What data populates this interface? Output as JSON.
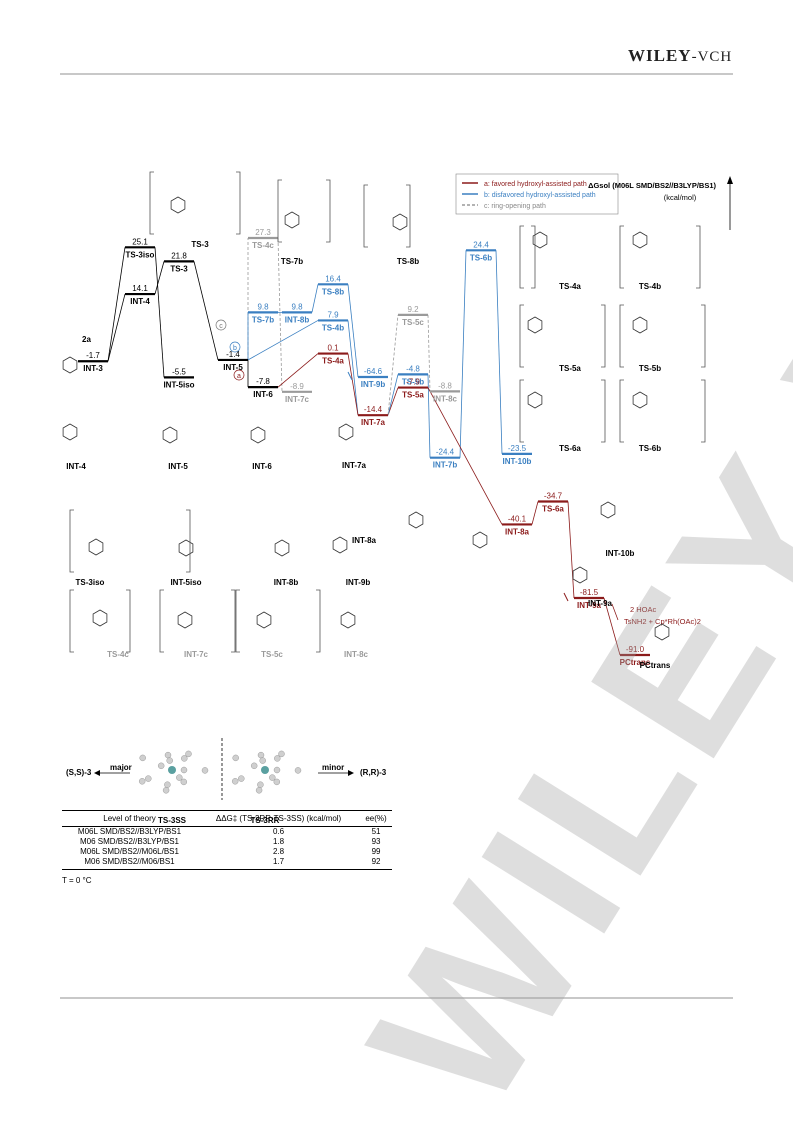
{
  "header": {
    "publisher_main": "WILEY",
    "publisher_sub": "-VCH"
  },
  "watermark": "WILEY-VCH",
  "chart_data": {
    "type": "energy-profile",
    "ylabel": "ΔGsol (M06L SMD/BS2//B3LYP/BS1)",
    "yunit": "(kcal/mol)",
    "legend": {
      "placement": "top-right",
      "entries": [
        {
          "key": "a",
          "label": "a: favored hydroxyl-assisted path",
          "color": "#8b1a1a",
          "dash": "solid"
        },
        {
          "key": "b",
          "label": "b: disfavored hydroxyl-assisted path",
          "color": "#3a7fc1",
          "dash": "solid"
        },
        {
          "key": "c",
          "label": "c: ring-opening path",
          "color": "#9a9a9a",
          "dash": "dashed"
        }
      ]
    },
    "path_markers": [
      "c",
      "b",
      "a"
    ],
    "levels": [
      {
        "id": "INT-3",
        "label": "INT-3",
        "value_text": "-1.7",
        "value": -1.7,
        "col": 0,
        "color": "#000000"
      },
      {
        "id": "TS-3iso",
        "label": "TS-3iso",
        "value_text": "25.1",
        "value": 25.1,
        "col": 1,
        "color": "#000000"
      },
      {
        "id": "INT-4",
        "label": "INT-4",
        "value_text": "14.1",
        "value": 14.1,
        "col": 1,
        "color": "#000000"
      },
      {
        "id": "TS-3",
        "label": "TS-3",
        "value_text": "21.8",
        "value": 21.8,
        "col": 2,
        "color": "#000000"
      },
      {
        "id": "INT-5iso",
        "label": "INT-5iso",
        "value_text": "-5.5",
        "value": -5.5,
        "col": 2,
        "color": "#000000"
      },
      {
        "id": "INT-5",
        "label": "INT-5",
        "value_text": "-1.4",
        "value": -1.4,
        "col": 3,
        "color": "#000000"
      },
      {
        "id": "INT-6",
        "label": "INT-6",
        "value_text": "-7.8",
        "value": -7.8,
        "col": 4,
        "color": "#000000"
      },
      {
        "id": "TS-4c",
        "label": "TS-4c",
        "value_text": "27.3",
        "value": 27.3,
        "col": 4,
        "color": "#9a9a9a"
      },
      {
        "id": "TS-7b",
        "label": "TS-7b",
        "value_text": "9.8",
        "value": 9.8,
        "col": 4,
        "color": "#3a7fc1"
      },
      {
        "id": "INT-7c",
        "label": "INT-7c",
        "value_text": "-8.9",
        "value": -8.9,
        "col": 5,
        "color": "#9a9a9a"
      },
      {
        "id": "INT-8b",
        "label": "INT-8b",
        "value_text": "9.8",
        "value": 9.8,
        "col": 5,
        "color": "#3a7fc1"
      },
      {
        "id": "TS-8b",
        "label": "TS-8b",
        "value_text": "16.4",
        "value": 16.4,
        "col": 6,
        "color": "#3a7fc1"
      },
      {
        "id": "TS-4b",
        "label": "TS-4b",
        "value_text": "7.9",
        "value": 7.9,
        "col": 6,
        "color": "#3a7fc1"
      },
      {
        "id": "TS-4a",
        "label": "TS-4a",
        "value_text": "0.1",
        "value": 0.1,
        "col": 6,
        "color": "#8b1a1a"
      },
      {
        "id": "INT-9b",
        "label": "INT-9b",
        "value_text": "-64.6",
        "value": -64.6,
        "col": 7,
        "color": "#3a7fc1",
        "axis_break": true
      },
      {
        "id": "INT-7a",
        "label": "INT-7a",
        "value_text": "-14.4",
        "value": -14.4,
        "col": 7,
        "color": "#8b1a1a"
      },
      {
        "id": "TS-5c",
        "label": "TS-5c",
        "value_text": "9.2",
        "value": 9.2,
        "col": 8,
        "color": "#9a9a9a"
      },
      {
        "id": "TS-5b",
        "label": "TS-5b",
        "value_text": "-4.8",
        "value": -4.8,
        "col": 8,
        "color": "#3a7fc1"
      },
      {
        "id": "TS-5a",
        "label": "TS-5a",
        "value_text": "-7.9",
        "value": -7.9,
        "col": 8,
        "color": "#8b1a1a"
      },
      {
        "id": "INT-8c",
        "label": "INT-8c",
        "value_text": "-8.8",
        "value": -8.8,
        "col": 9,
        "color": "#9a9a9a"
      },
      {
        "id": "INT-7b",
        "label": "INT-7b",
        "value_text": "-24.4",
        "value": -24.4,
        "col": 9,
        "color": "#3a7fc1"
      },
      {
        "id": "TS-6b",
        "label": "TS-6b",
        "value_text": "24.4",
        "value": 24.4,
        "col": 10,
        "color": "#3a7fc1"
      },
      {
        "id": "INT-8a",
        "label": "INT-8a",
        "value_text": "-40.1",
        "value": -40.1,
        "col": 11,
        "color": "#8b1a1a"
      },
      {
        "id": "INT-10b",
        "label": "INT-10b",
        "value_text": "-23.5",
        "value": -23.5,
        "col": 11,
        "color": "#3a7fc1"
      },
      {
        "id": "TS-6a",
        "label": "TS-6a",
        "value_text": "-34.7",
        "value": -34.7,
        "col": 12,
        "color": "#8b1a1a"
      },
      {
        "id": "INT-9a",
        "label": "INT-9a",
        "value_text": "-81.5",
        "value": -81.5,
        "col": 13,
        "color": "#8b1a1a",
        "axis_break": true
      },
      {
        "id": "PCtrans",
        "label": "PCtrans",
        "value_text": "-91.0",
        "value": -91.0,
        "col": 14,
        "color": "#8b1a1a"
      }
    ],
    "reactant_label": "2a",
    "release_annotation": {
      "line1": "2 HOAc",
      "line2": "TsNH2 + Cp*Rh(OAc)2"
    },
    "structure_labels": [
      "TS-3",
      "TS-7b",
      "TS-8b",
      "TS-4a",
      "TS-4b",
      "TS-5a",
      "TS-5b",
      "TS-6a",
      "TS-6b",
      "INT-10b",
      "INT-4",
      "INT-5",
      "INT-6",
      "INT-7a",
      "INT-8a",
      "TS-3iso",
      "INT-5iso",
      "INT-8b",
      "INT-9b",
      "INT-9a",
      "TS-4c",
      "INT-7c",
      "TS-5c",
      "INT-8c",
      "PCtrans"
    ]
  },
  "stereo_panel": {
    "left_product": "(S,S)-3",
    "left_word": "major",
    "right_product": "(R,R)-3",
    "right_word": "minor",
    "left_ts": "TS-3SS",
    "right_ts": "TS-3RR"
  },
  "theory_table": {
    "headers": [
      "Level of theory",
      "ΔΔG‡ (TS-3RR-TS-3SS) (kcal/mol)",
      "ee(%)"
    ],
    "rows": [
      [
        "M06L SMD/BS2//B3LYP/BS1",
        "0.6",
        "51"
      ],
      [
        "M06 SMD/BS2//B3LYP/BS1",
        "1.8",
        "93"
      ],
      [
        "M06L SMD/BS2//M06L/BS1",
        "2.8",
        "99"
      ],
      [
        "M06 SMD/BS2//M06/BS1",
        "1.7",
        "92"
      ]
    ],
    "footnote": "T = 0 °C"
  }
}
